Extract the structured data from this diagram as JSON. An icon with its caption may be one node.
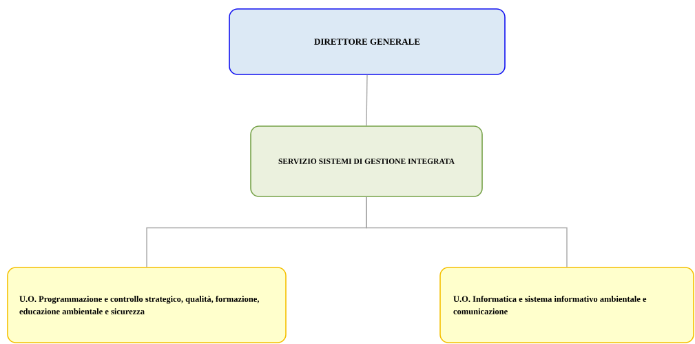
{
  "diagram": {
    "nodes": [
      {
        "text": [
          "DIRETTORE GENERALE"
        ]
      },
      {
        "text": [
          "SERVIZIO SISTEMI DI GESTIONE INTEGRATA"
        ]
      },
      {
        "text": [
          "U.O. Programmazione e controllo strategico, qualità, formazione, educazione ambientale e sicurezza"
        ]
      },
      {
        "text": [
          "U.O. Informatica e sistema informativo ambientale e comunicazione"
        ]
      }
    ],
    "edges": [
      {
        "from": 0,
        "to": 1,
        "arrow": "none"
      },
      {
        "from": 1,
        "to": 2,
        "arrow": "none"
      },
      {
        "from": 1,
        "to": 3,
        "arrow": "none"
      }
    ]
  }
}
